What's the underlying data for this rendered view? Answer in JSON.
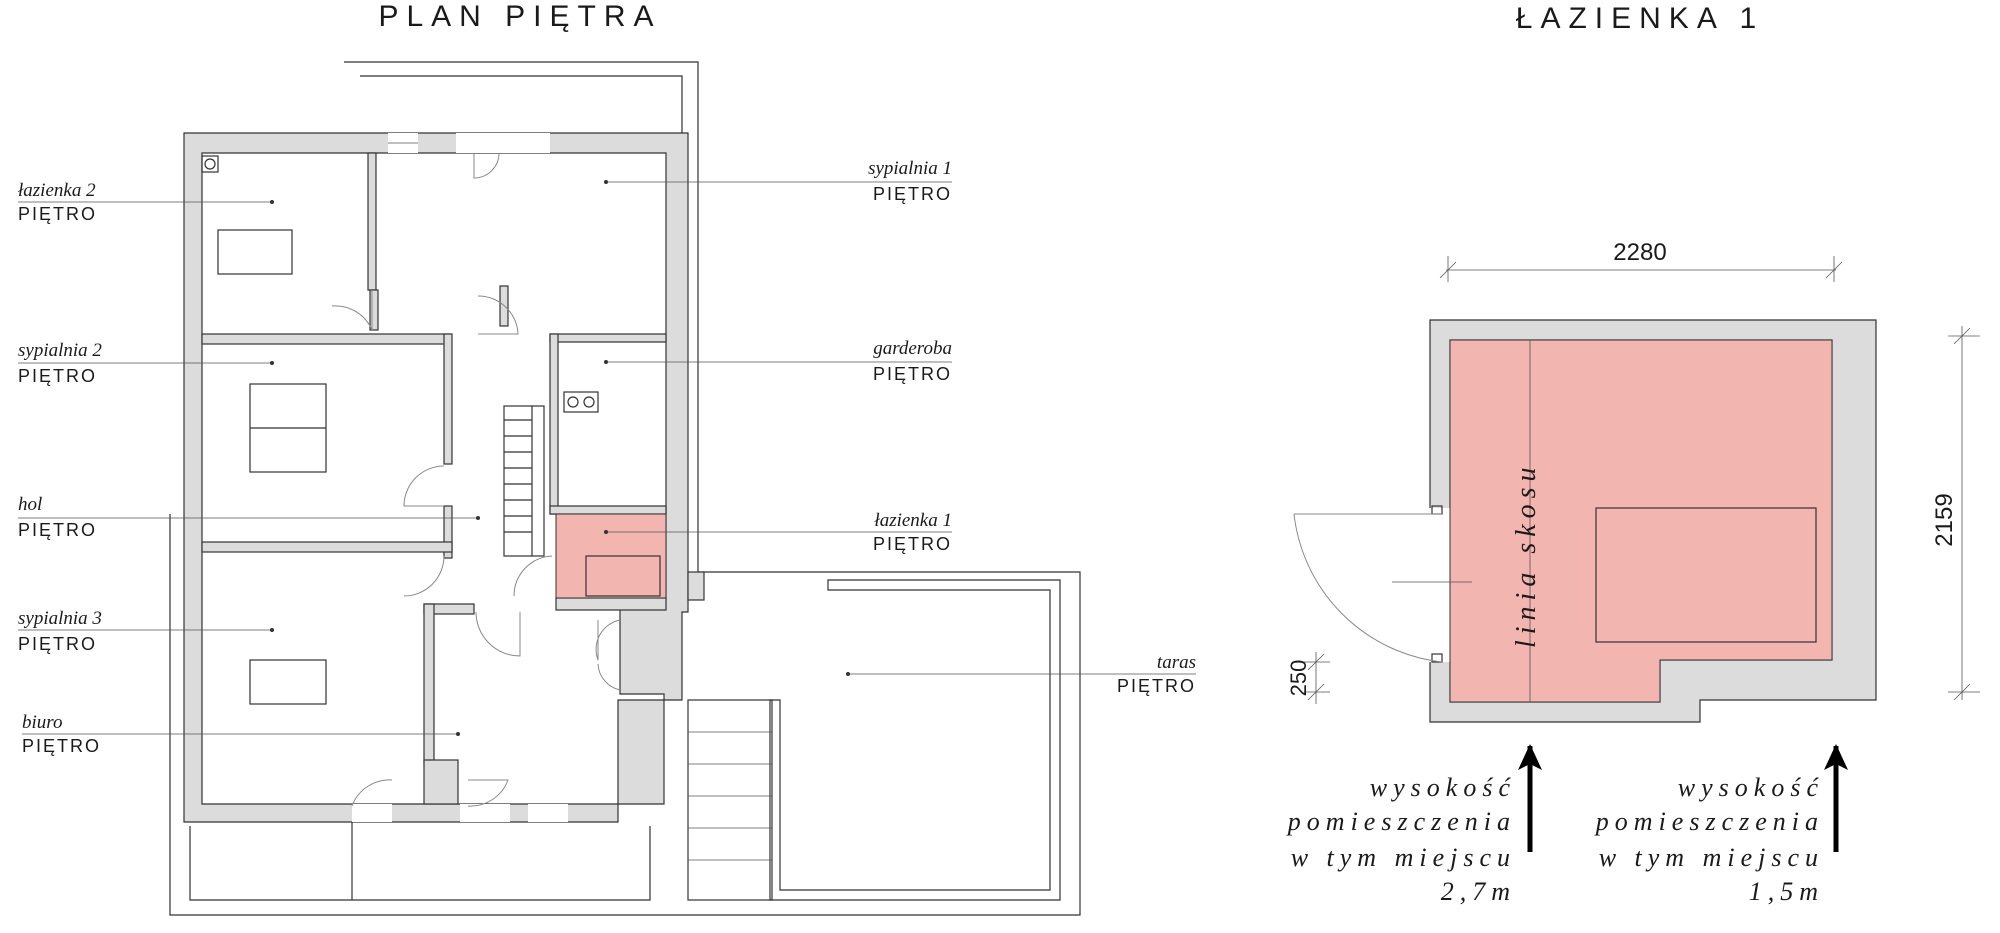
{
  "titles": {
    "floor_plan": "PLAN PIĘTRA",
    "bathroom_detail": "ŁAZIENKA 1"
  },
  "rooms": [
    {
      "name": "łazienka 2",
      "level": "PIĘTRO"
    },
    {
      "name": "sypialnia 1",
      "level": "PIĘTRO"
    },
    {
      "name": "sypialnia 2",
      "level": "PIĘTRO"
    },
    {
      "name": "garderoba",
      "level": "PIĘTRO"
    },
    {
      "name": "hol",
      "level": "PIĘTRO"
    },
    {
      "name": "łazienka 1",
      "level": "PIĘTRO"
    },
    {
      "name": "sypialnia 3",
      "level": "PIĘTRO"
    },
    {
      "name": "taras",
      "level": "PIĘTRO"
    },
    {
      "name": "biuro",
      "level": "PIĘTRO"
    }
  ],
  "detail": {
    "width_dim": "2280",
    "height_dim": "2159",
    "door_dim": "250",
    "slope_label": "linia skosu",
    "notes": [
      {
        "lines": [
          "wysokość",
          "pomieszczenia",
          "w tym miejscu",
          "2,7m"
        ]
      },
      {
        "lines": [
          "wysokość",
          "pomieszczenia",
          "w tym miejscu",
          "1,5m"
        ]
      }
    ]
  },
  "colors": {
    "highlight": "#f2b5b0",
    "wall": "#dcdcdc",
    "line": "#333333"
  }
}
